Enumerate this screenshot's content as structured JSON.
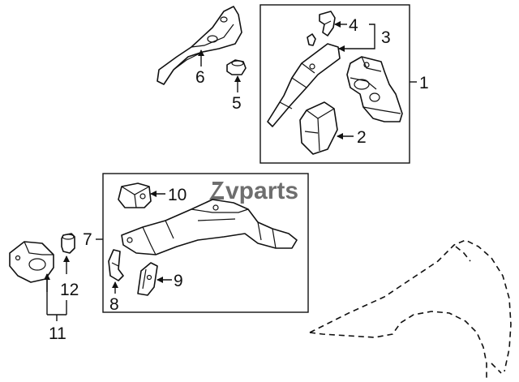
{
  "watermark": {
    "text": "vparts"
  },
  "callouts": {
    "c1": "1",
    "c2": "2",
    "c3": "3",
    "c4": "4",
    "c5": "5",
    "c6": "6",
    "c7": "7",
    "c8": "8",
    "c9": "9",
    "c10": "10",
    "c11": "11",
    "c12": "12"
  }
}
